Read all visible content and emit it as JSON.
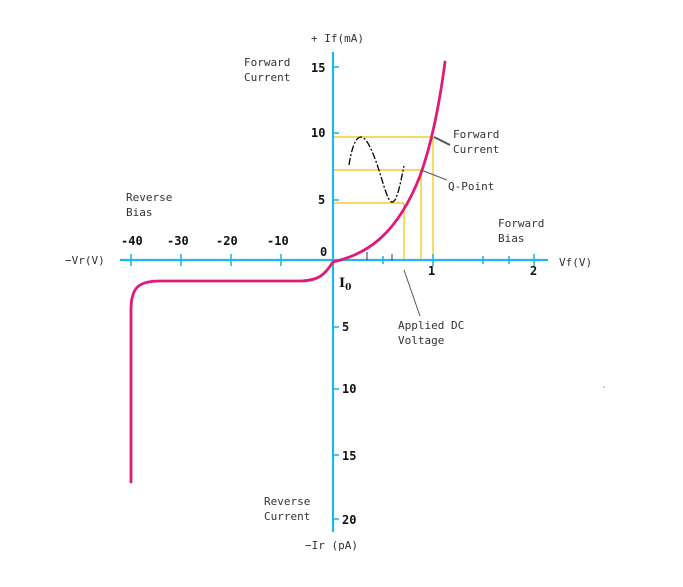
{
  "labels": {
    "y_pos_axis": "+ If(mA)",
    "y_neg_axis": "−Ir (pA)",
    "x_neg_axis": "−Vr(V)",
    "x_pos_axis": "Vf(V)",
    "forward_current_top": [
      "Forward",
      "Current"
    ],
    "forward_current_curve": [
      "Forward",
      "Current"
    ],
    "q_point": "Q-Point",
    "reverse_bias": [
      "Reverse",
      "Bias"
    ],
    "forward_bias": [
      "Forward",
      "Bias"
    ],
    "applied_dc": [
      "Applied DC",
      "Voltage"
    ],
    "reverse_current": [
      "Reverse",
      "Current"
    ],
    "origin": "0",
    "io_main": "I",
    "io_sub": "0"
  },
  "ticks": {
    "y_pos": [
      "15",
      "10",
      "5"
    ],
    "y_neg": [
      "5",
      "10",
      "15",
      "20"
    ],
    "x_neg": [
      "-40",
      "-30",
      "-20",
      "-10"
    ],
    "x_pos": [
      "1",
      "2"
    ]
  },
  "colors": {
    "axis": "#22b8e6",
    "curve": "#e0197a",
    "guide": "#f2c200",
    "sine": "#000000"
  }
}
